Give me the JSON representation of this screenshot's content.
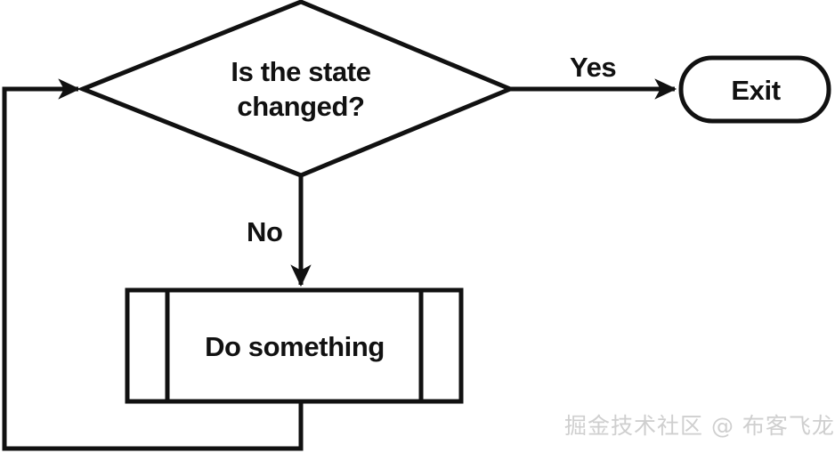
{
  "diagram": {
    "title": "State change polling loop flowchart",
    "type": "flowchart",
    "background_color": "#ffffff",
    "stroke_color": "#111111",
    "nodes": [
      {
        "id": "decision",
        "shape": "diamond",
        "role": "decision",
        "line1": "Is the state",
        "line2": "changed?"
      },
      {
        "id": "exit",
        "shape": "rounded-rectangle",
        "role": "terminal",
        "label": "Exit"
      },
      {
        "id": "process",
        "shape": "predefined-process",
        "role": "process",
        "label": "Do something"
      }
    ],
    "edges": [
      {
        "id": "edge-yes",
        "from": "decision",
        "to": "exit",
        "label": "Yes"
      },
      {
        "id": "edge-no",
        "from": "decision",
        "to": "process",
        "label": "No"
      },
      {
        "id": "edge-loop",
        "from": "process",
        "to": "decision",
        "label": ""
      }
    ]
  },
  "watermark": {
    "text": "掘金技术社区 @ 布客飞龙",
    "color": "#cfcfcf"
  }
}
